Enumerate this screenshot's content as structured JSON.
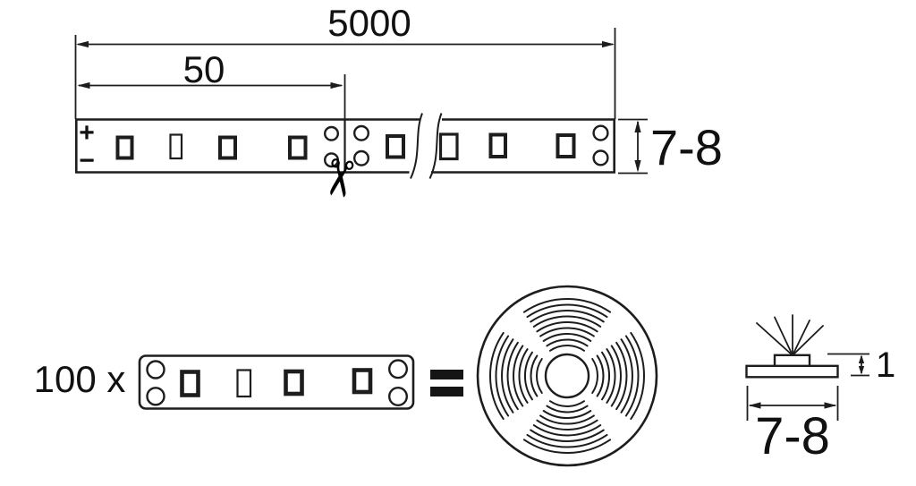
{
  "strip_diagram": {
    "total_length": "5000",
    "cut_length": "50",
    "strip_width": "7-8",
    "polarity_positive": "+",
    "polarity_negative": "−",
    "scissors_glyph": "✂"
  },
  "reel_diagram": {
    "segment_multiplier": "100 x",
    "equals_sign": "=",
    "profile_height": "1",
    "profile_width": "7-8"
  }
}
